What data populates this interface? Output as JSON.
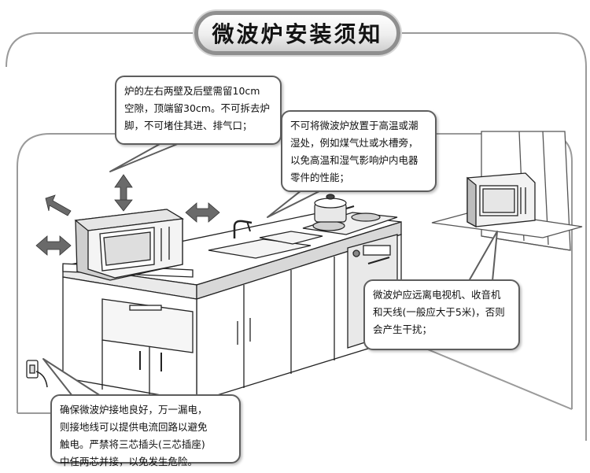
{
  "title": "微波炉安装须知",
  "callouts": [
    {
      "lines": [
        "炉的左右两壁及后壁需留10cm",
        "空隙，顶端留30cm。不可拆去炉",
        "脚，不可堵住其进、排气口；"
      ]
    },
    {
      "lines": [
        "不可将微波炉放置于高温或潮",
        "湿处，例如煤气灶或水槽旁，",
        "以免高温和湿气影响炉内电器",
        "零件的性能；"
      ]
    },
    {
      "lines": [
        "微波炉应远离电视机、收音机",
        "和天线(一般应大于5米)，否则",
        "会产生干扰；"
      ]
    },
    {
      "lines": [
        "确保微波炉接地良好，万一漏电，",
        "则接地线可以提供电流回路以避免",
        "触电。严禁将三芯插头(三芯插座)",
        "中任两芯并接，以免发生危险。"
      ]
    }
  ],
  "colors": {
    "line": "#2a2a2a",
    "arrow": "#6a6a6a",
    "wall": "#9a9a9a"
  }
}
